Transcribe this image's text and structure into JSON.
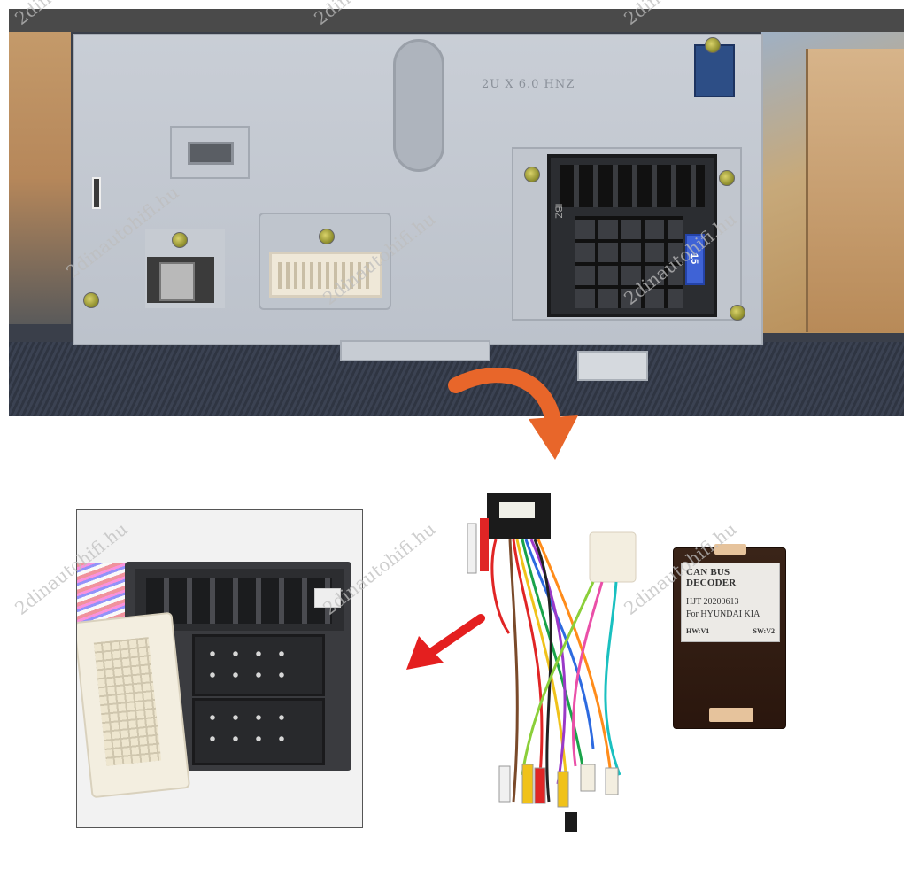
{
  "watermark": "2dinautohifi.hu",
  "top_photo": {
    "engraving": "2U X 6.0 HNZ",
    "fuse_label": "15",
    "iso_label": "IBZ"
  },
  "decoder": {
    "title": "CAN BUS DECODER",
    "code": "HJT 20200613",
    "model": "For HYUNDAI KIA",
    "hw": "HW:V1",
    "sw": "SW:V2"
  },
  "colors": {
    "arrow_orange": "#e8662a",
    "arrow_red": "#e41f1f",
    "decoder_body": "#2f1a10",
    "fuse_blue": "#3f63d6"
  }
}
